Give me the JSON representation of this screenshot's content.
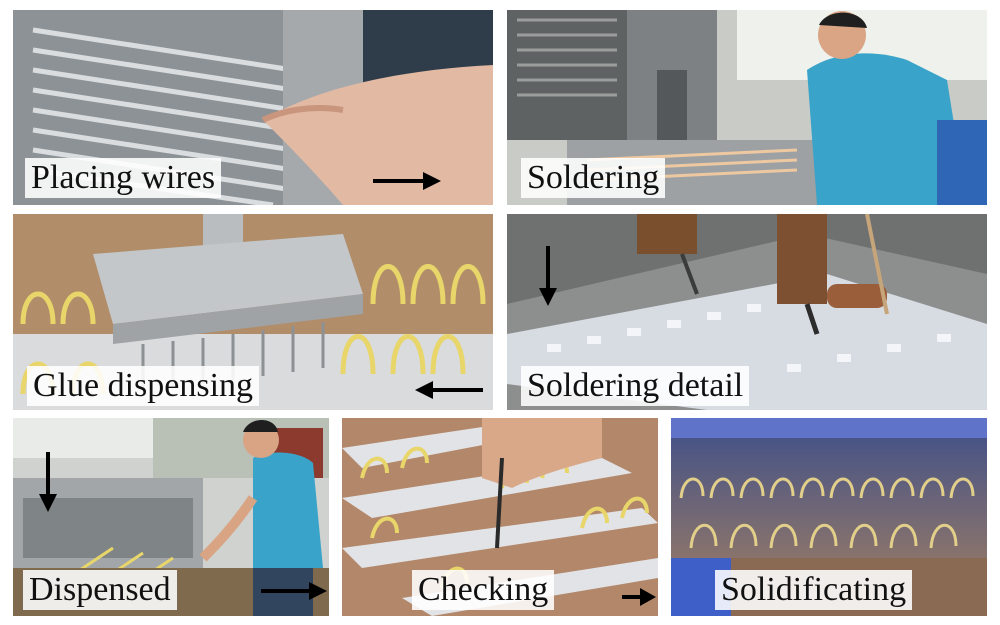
{
  "panels": [
    {
      "id": "placing-wires",
      "caption": "Placing wires"
    },
    {
      "id": "soldering",
      "caption": "Soldering"
    },
    {
      "id": "glue-dispensing",
      "caption": "Glue dispensing"
    },
    {
      "id": "soldering-detail",
      "caption": "Soldering detail"
    },
    {
      "id": "dispensed",
      "caption": "Dispensed"
    },
    {
      "id": "checking",
      "caption": "Checking"
    },
    {
      "id": "solidificating",
      "caption": "Solidificating"
    }
  ],
  "colors": {
    "caption_text": "#111111",
    "arrow": "#000000",
    "wire_yellow": "#e8d66a",
    "pcb_white": "#e6e8ea",
    "worker_shirt": "#3aa3c9"
  }
}
